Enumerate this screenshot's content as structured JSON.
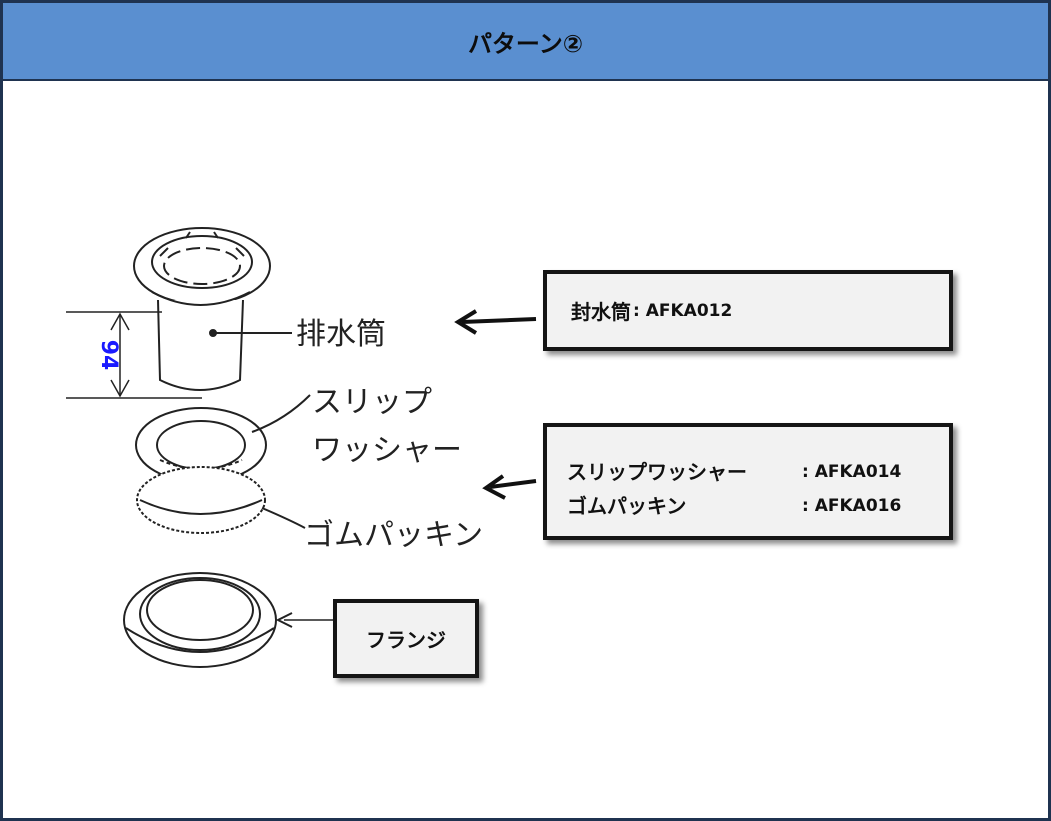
{
  "header": {
    "title": "パターン②"
  },
  "diagram": {
    "dimension_value": "94",
    "labels": {
      "drain_tube": "排水筒",
      "slip_line1": "スリップ",
      "slip_line2": "ワッシャー",
      "rubber_packing": "ゴムパッキン"
    }
  },
  "callouts": {
    "seal_tube": {
      "name": "封水筒",
      "code": ": AFKA012"
    },
    "slip_washer": {
      "name": "スリップワッシャー",
      "code": ": AFKA014"
    },
    "rubber_packing": {
      "name": "ゴムパッキン",
      "code": ": AFKA016"
    },
    "flange": {
      "name": "フランジ"
    }
  },
  "colors": {
    "header_bg": "#5a8fd0",
    "frame_border": "#1f3350",
    "dimension_text": "#1a1aff"
  }
}
